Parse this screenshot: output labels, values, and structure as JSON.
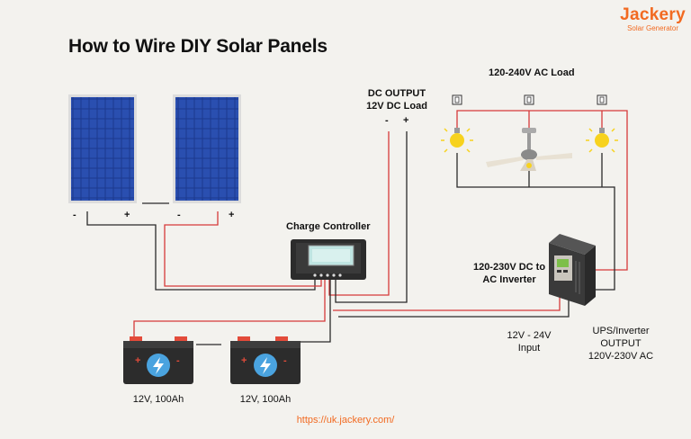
{
  "title": "How to Wire DIY Solar Panels",
  "brand": {
    "name": "Jackery",
    "tagline": "Solar Generator"
  },
  "panels": [
    {
      "neg": "-",
      "pos": "+"
    },
    {
      "neg": "-",
      "pos": "+"
    }
  ],
  "charge_controller": "Charge Controller",
  "dc_output": {
    "line1": "DC OUTPUT",
    "line2": "12V DC Load",
    "neg": "-",
    "pos": "+"
  },
  "ac_load": "120-240V AC Load",
  "inverter": {
    "line1": "120-230V DC to",
    "line2": "AC Inverter"
  },
  "input": {
    "line1": "12V - 24V",
    "line2": "Input"
  },
  "ups": {
    "line1": "UPS/Inverter",
    "line2": "OUTPUT",
    "line3": "120V-230V AC"
  },
  "batteries": [
    "12V, 100Ah",
    "12V, 100Ah"
  ],
  "url": "https://uk.jackery.com/",
  "colors": {
    "red_wire": "#d63a3a",
    "black_wire": "#2a2a2a",
    "accent": "#f26a21",
    "panel": "#1f3a8f"
  }
}
